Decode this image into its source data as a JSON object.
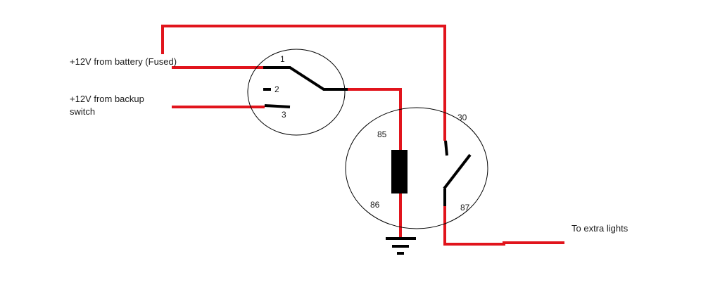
{
  "labels": {
    "battery": "+12V from battery (Fused)",
    "backup_line1": "+12V from backup",
    "backup_line2": "switch",
    "extra_lights": "To extra lights"
  },
  "switch_pins": {
    "pin1": "1",
    "pin2": "2",
    "pin3": "3"
  },
  "relay_pins": {
    "pin85": "85",
    "pin86": "86",
    "pin30": "30",
    "pin87": "87"
  },
  "colors": {
    "wire": "#e1141c",
    "contact": "#000000",
    "text": "#1a1a1a"
  }
}
